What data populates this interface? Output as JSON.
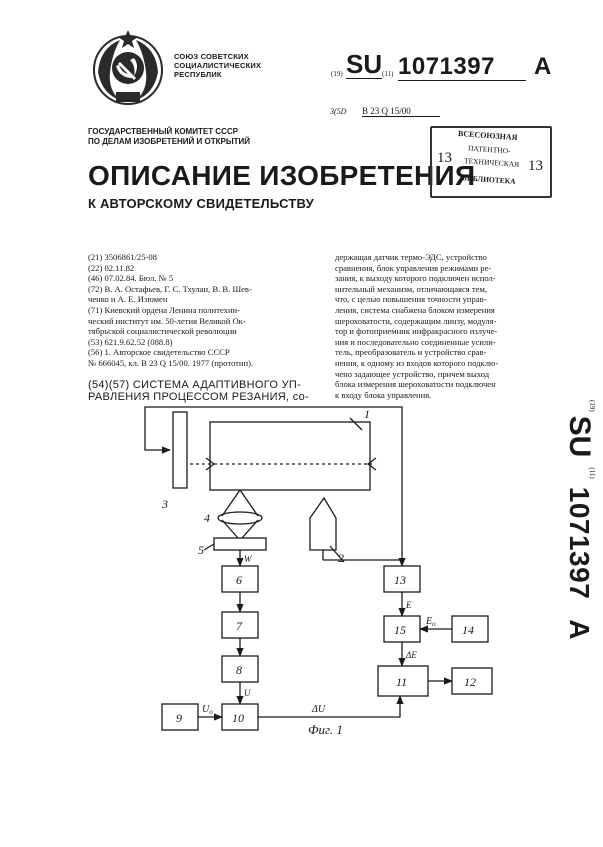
{
  "header": {
    "union_lines": [
      "СОЮЗ СОВЕТСКИХ",
      "СОЦИАЛИСТИЧЕСКИХ",
      "РЕСПУБЛИК"
    ],
    "num19": "(19)",
    "country": "SU",
    "num11": "(11)",
    "patent_number": "1071397",
    "kind": "А",
    "ipc_num": "3(5D",
    "ipc": "В 23 Q 15/00"
  },
  "committee": [
    "ГОСУДАРСТВЕННЫЙ КОМИТЕТ СССР",
    "ПО ДЕЛАМ ИЗОБРЕТЕНИЙ И ОТКРЫТИЙ"
  ],
  "doc_title": "ОПИСАНИЕ ИЗОБРЕТЕНИЯ",
  "doc_subtitle": "К АВТОРСКОМУ СВИДЕТЕЛЬСТВУ",
  "stamp": {
    "lines": [
      "ВСЕСОЮЗНАЯ",
      "ПАТЕНТНО-",
      "ТЕХНИЧЕСКАЯ",
      "БИБЛИОТЕКА"
    ],
    "number": "13"
  },
  "biblio": [
    "(21) 3506861/25-08",
    "(22) 02.11.82",
    "(46) 07.02.84. Бюл. № 5",
    "(72) В. А. Остафьев, Г. С. Тхулан, В. В. Шев-",
    "ченко и А. Е. Изюмен",
    "(71) Киевский ордена Ленина политехни-",
    "ческий институт им. 50-летия Великой Ок-",
    "тябрьской социалистической революции",
    "(53) 621.9.62.52 (088.8)",
    "(56) 1. Авторское свидетельство СССР",
    "№ 666045, кл. В 23 Q 15/00. 1977 (прототип)."
  ],
  "invention_title": [
    "(54)(57) СИСТЕМА АДАПТИВНОГО УП-",
    "РАВЛЕНИЯ ПРОЦЕССОМ РЕЗАНИЯ, со-"
  ],
  "abstract": [
    "держащая датчик термо-ЭДС, устройство",
    "сравнения, блок управления режимами ре-",
    "зания, к выходу которого подключен испол-",
    "нительный механизм, отличающаяся тем,",
    "что, с целью повышения точности управ-",
    "ления, система снабжена блоком измерения",
    "шероховатости, содержащим линзу, модуля-",
    "тор и фотоприемник инфракрасного излуче-",
    "ния и последовательно соединенные усили-",
    "тель, преобразователь и устройство срав-",
    "нения, к одному из входов которого подклю-",
    "чено задающее устройство, причем выход",
    "блока измерения шероховатости подключен",
    "к входу блока управления."
  ],
  "side_label": {
    "num19": "(19)",
    "country": "SU",
    "num11": "(11)",
    "number": "1071397",
    "kind": "А"
  },
  "figure": {
    "caption": "Фиг. 1",
    "labels": {
      "n1": "1",
      "n2": "2",
      "n3": "3",
      "n4": "4",
      "n5": "5",
      "b6": "6",
      "b7": "7",
      "b8": "8",
      "b9": "9",
      "b10": "10",
      "b11": "11",
      "b12": "12",
      "b13": "13",
      "b14": "14",
      "b15": "15",
      "w": "W",
      "u": "U",
      "u0": "U",
      "u0_sub": "o",
      "du": "ΔU",
      "e": "E",
      "e0": "E",
      "e0_sub": "o",
      "de": "ΔE"
    }
  }
}
